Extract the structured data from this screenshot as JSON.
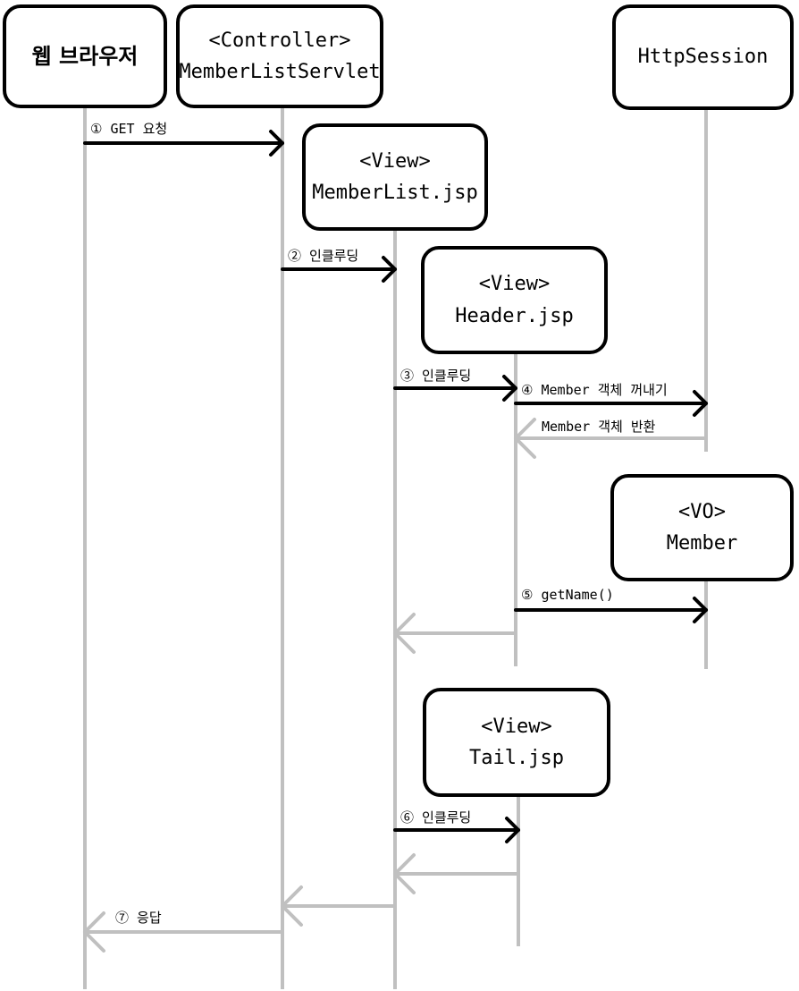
{
  "participants": {
    "browser": {
      "name": "웹 브라우저"
    },
    "controller": {
      "stereotype": "<Controller>",
      "name": "MemberListServlet"
    },
    "memberlist_view": {
      "stereotype": "<View>",
      "name": "MemberList.jsp"
    },
    "header_view": {
      "stereotype": "<View>",
      "name": "Header.jsp"
    },
    "session": {
      "name": "HttpSession"
    },
    "member_vo": {
      "stereotype": "<VO>",
      "name": "Member"
    },
    "tail_view": {
      "stereotype": "<View>",
      "name": "Tail.jsp"
    }
  },
  "messages": [
    {
      "label": "① GET 요청",
      "from": "browser",
      "to": "controller",
      "kind": "call"
    },
    {
      "label": "② 인클루딩",
      "from": "controller",
      "to": "memberlist_view",
      "kind": "call"
    },
    {
      "label": "③ 인클루딩",
      "from": "memberlist_view",
      "to": "header_view",
      "kind": "call"
    },
    {
      "label": "④ Member 객체 꺼내기",
      "from": "header_view",
      "to": "session",
      "kind": "call"
    },
    {
      "label": "Member 객체 반환",
      "from": "session",
      "to": "header_view",
      "kind": "return"
    },
    {
      "label": "⑤ getName()",
      "from": "header_view",
      "to": "member_vo",
      "kind": "call"
    },
    {
      "label": "",
      "from": "header_view",
      "to": "memberlist_view",
      "kind": "return"
    },
    {
      "label": "⑥ 인클루딩",
      "from": "memberlist_view",
      "to": "tail_view",
      "kind": "call"
    },
    {
      "label": "",
      "from": "tail_view",
      "to": "memberlist_view",
      "kind": "return"
    },
    {
      "label": "",
      "from": "memberlist_view",
      "to": "controller",
      "kind": "return"
    },
    {
      "label": "⑦ 응답",
      "from": "controller",
      "to": "browser",
      "kind": "return"
    }
  ],
  "colors": {
    "call": "#000000",
    "return": "#c0c0c0",
    "lifeline": "#c0c0c0",
    "box_border": "#000000"
  }
}
